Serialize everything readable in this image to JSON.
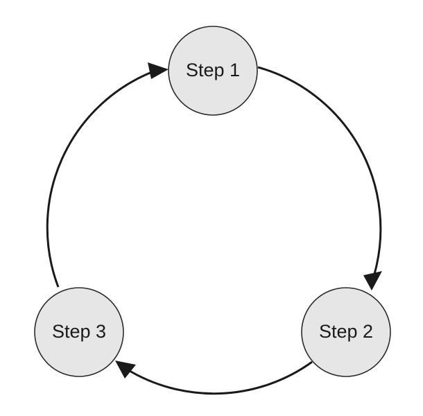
{
  "diagram": {
    "type": "cycle",
    "nodes": [
      {
        "id": "step1",
        "label": "Step 1"
      },
      {
        "id": "step2",
        "label": "Step 2"
      },
      {
        "id": "step3",
        "label": "Step 3"
      }
    ],
    "edges": [
      {
        "from": "step1",
        "to": "step2"
      },
      {
        "from": "step2",
        "to": "step3"
      },
      {
        "from": "step3",
        "to": "step1"
      }
    ],
    "colors": {
      "node_fill": "#e6e6e6",
      "node_stroke": "#2a2a2a",
      "arrow": "#1a1a1a",
      "background": "#ffffff"
    }
  }
}
